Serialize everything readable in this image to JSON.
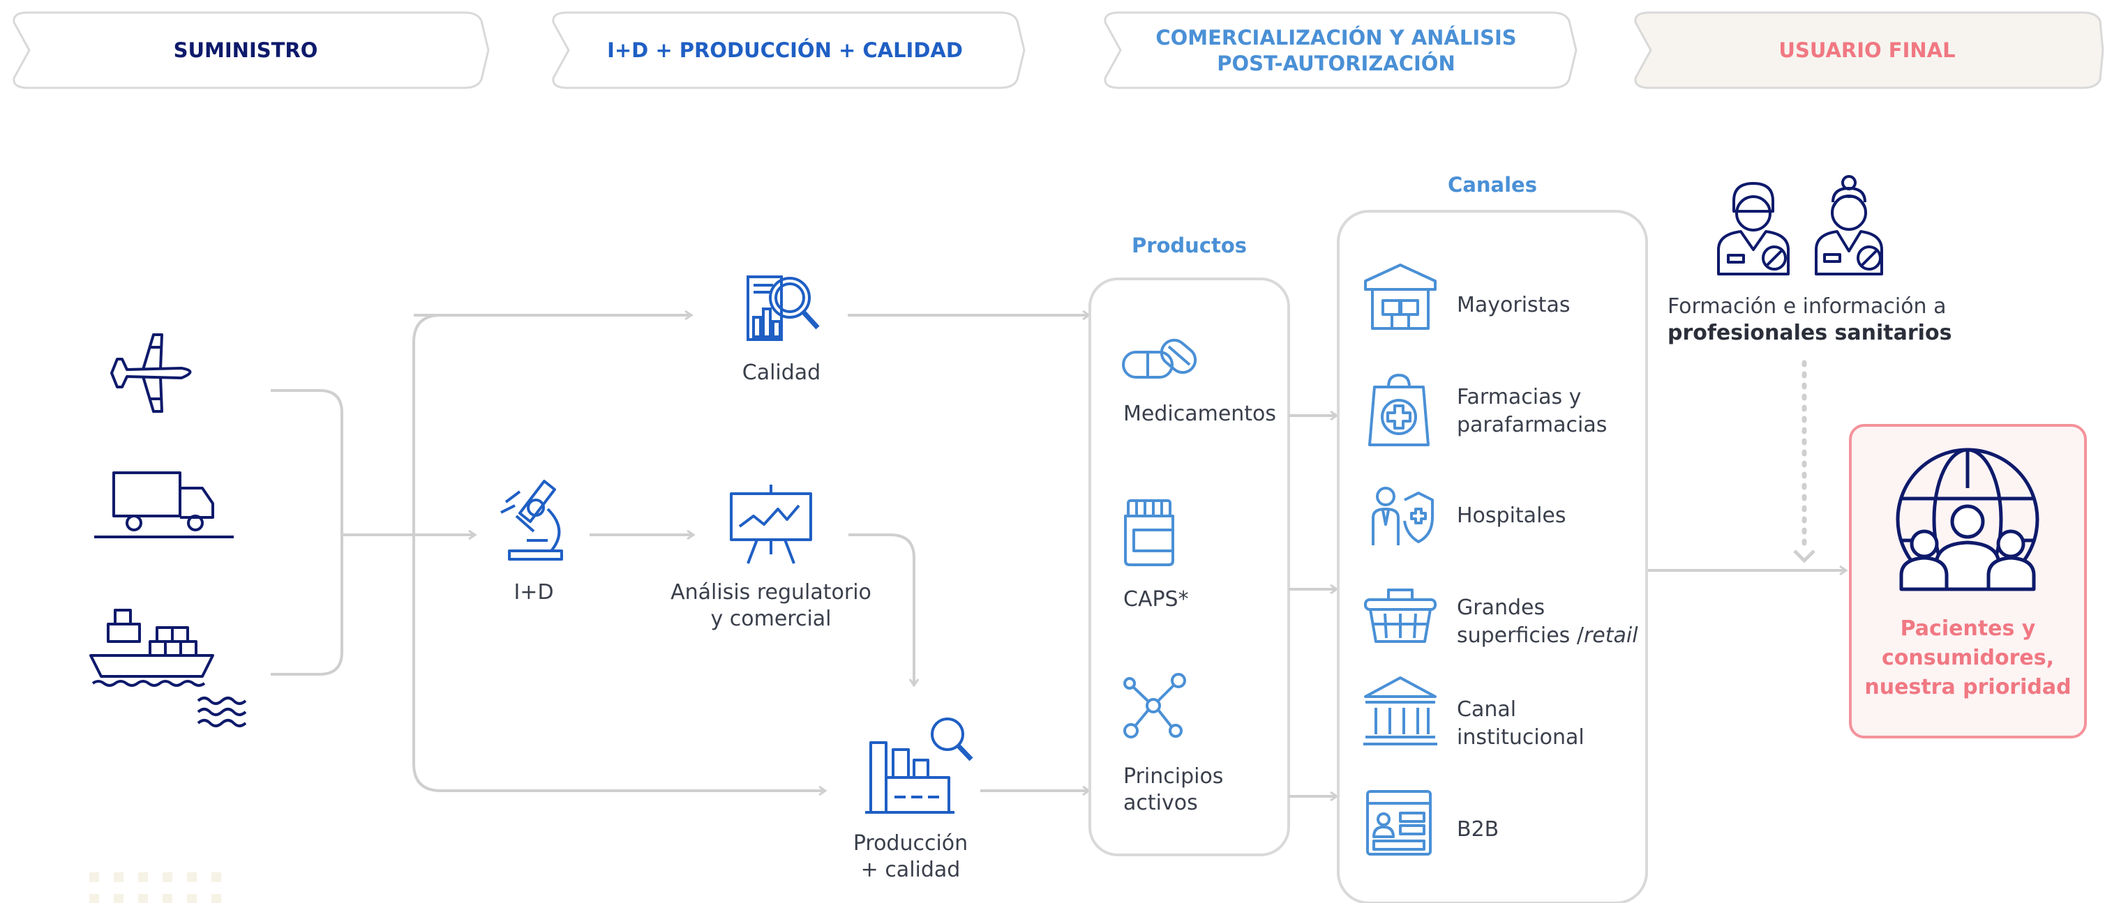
{
  "stages": [
    {
      "label": "SUMINISTRO",
      "color": "#0e1a6b"
    },
    {
      "label": "I+D + PRODUCCIÓN + CALIDAD",
      "color": "#1f5fc4"
    },
    {
      "label": "COMERCIALIZACIÓN Y ANÁLISIS POST-AUTORIZACIÓN",
      "color": "#4a90d6"
    },
    {
      "label": "USUARIO FINAL",
      "color": "#f07882"
    }
  ],
  "process": {
    "calidad": "Calidad",
    "id": "I+D",
    "analisis_1": "Análisis regulatorio",
    "analisis_2": "y comercial",
    "produccion_1": "Producción",
    "produccion_2": "+ calidad"
  },
  "productos": {
    "title": "Productos",
    "items": [
      "Medicamentos",
      "CAPS*",
      "Principios",
      "activos"
    ]
  },
  "canales": {
    "title": "Canales",
    "items": [
      "Mayoristas",
      "Farmacias y",
      "parafarmacias",
      "Hospitales",
      "Grandes",
      "superficies /",
      "retail",
      "Canal",
      "institucional",
      "B2B"
    ]
  },
  "final_user": {
    "formacion_1": "Formación e información a",
    "formacion_2": "profesionales sanitarios",
    "patients": [
      "Pacientes y",
      "consumidores,",
      "nuestra prioridad"
    ]
  },
  "icons": [
    "airplane-icon",
    "truck-icon",
    "ship-icon",
    "waves-icon",
    "quality-report-icon",
    "microscope-icon",
    "presentation-chart-icon",
    "factory-icon",
    "pills-icon",
    "caps-bottle-icon",
    "molecule-icon",
    "warehouse-icon",
    "pharmacy-bag-icon",
    "hospital-doctor-icon",
    "shopping-basket-icon",
    "institution-icon",
    "b2b-browser-icon",
    "doctor-icon",
    "nurse-icon",
    "global-patients-icon"
  ],
  "colors": {
    "navy": "#0e1a6b",
    "blue": "#1f5fc4",
    "light_blue": "#4a90d6",
    "coral": "#f07882",
    "line_gray": "#cfcfcf"
  }
}
